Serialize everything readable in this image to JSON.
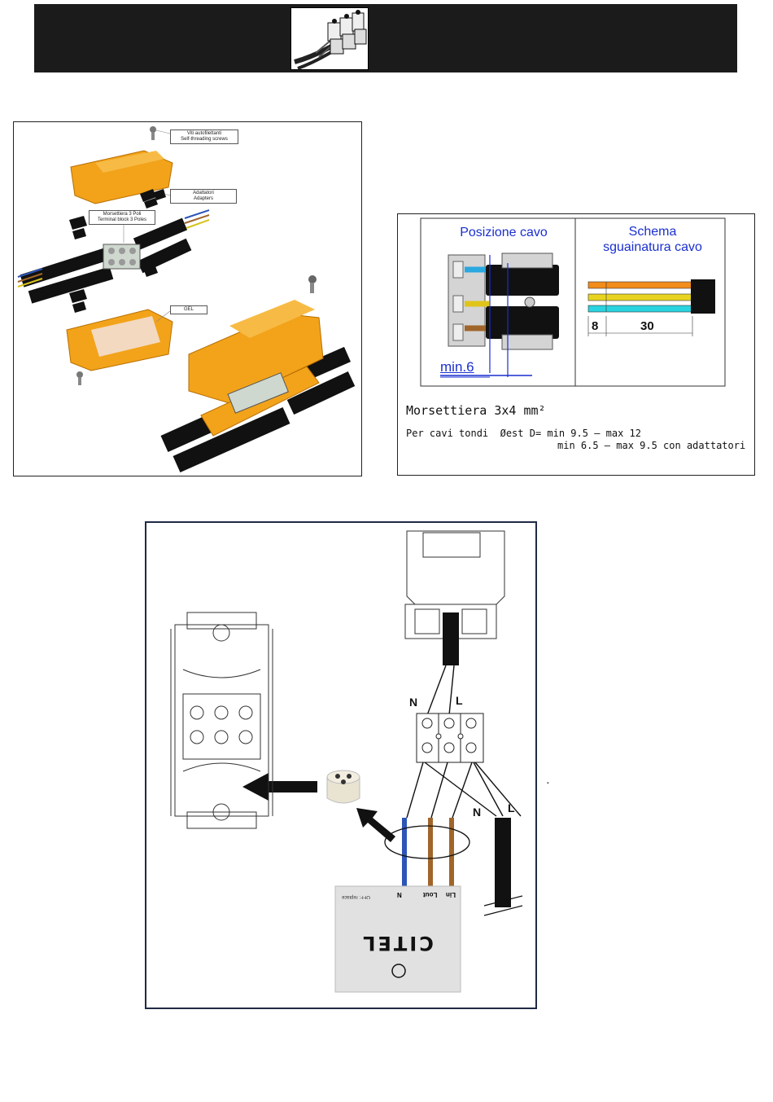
{
  "exploded": {
    "callout_screws": [
      "Viti autofilettanti",
      "Self-threading screws"
    ],
    "callout_adapters": [
      "Adattatori",
      "Adapters"
    ],
    "callout_terminal": [
      "Morsettiera 3 Poli",
      "Terminal block 3 Poles"
    ],
    "callout_gel": "GEL"
  },
  "specs": {
    "position_title": "Posizione cavo",
    "strip_title_line1": "Schema",
    "strip_title_line2": "sguainatura cavo",
    "min_label": "min.6",
    "dim_8": "8",
    "dim_30": "30",
    "terminal_line": "Morsettiera 3x4 mm²",
    "cable_line1": "Per cavi tondi  Øest D= min 9.5 — max 12",
    "cable_line2": "min 6.5 — max 9.5 con adattatori"
  },
  "wiring": {
    "n_top": "N",
    "l_top": "L",
    "n_bottom": "N",
    "l_bottom": "L",
    "dot": ".",
    "brand": "CITEL",
    "term_n": "N",
    "term_lout": "Lout",
    "term_lin": "Lin",
    "off_replace": "OFF: replace"
  },
  "colors": {
    "connector_orange": "#f2a31a",
    "wire_blue": "#2d55b8",
    "wire_brown": "#a0652a",
    "wire_yellow_green": "#d8c21a",
    "cyan": "#2ad3e0",
    "title_blue": "#1a2fd0"
  }
}
